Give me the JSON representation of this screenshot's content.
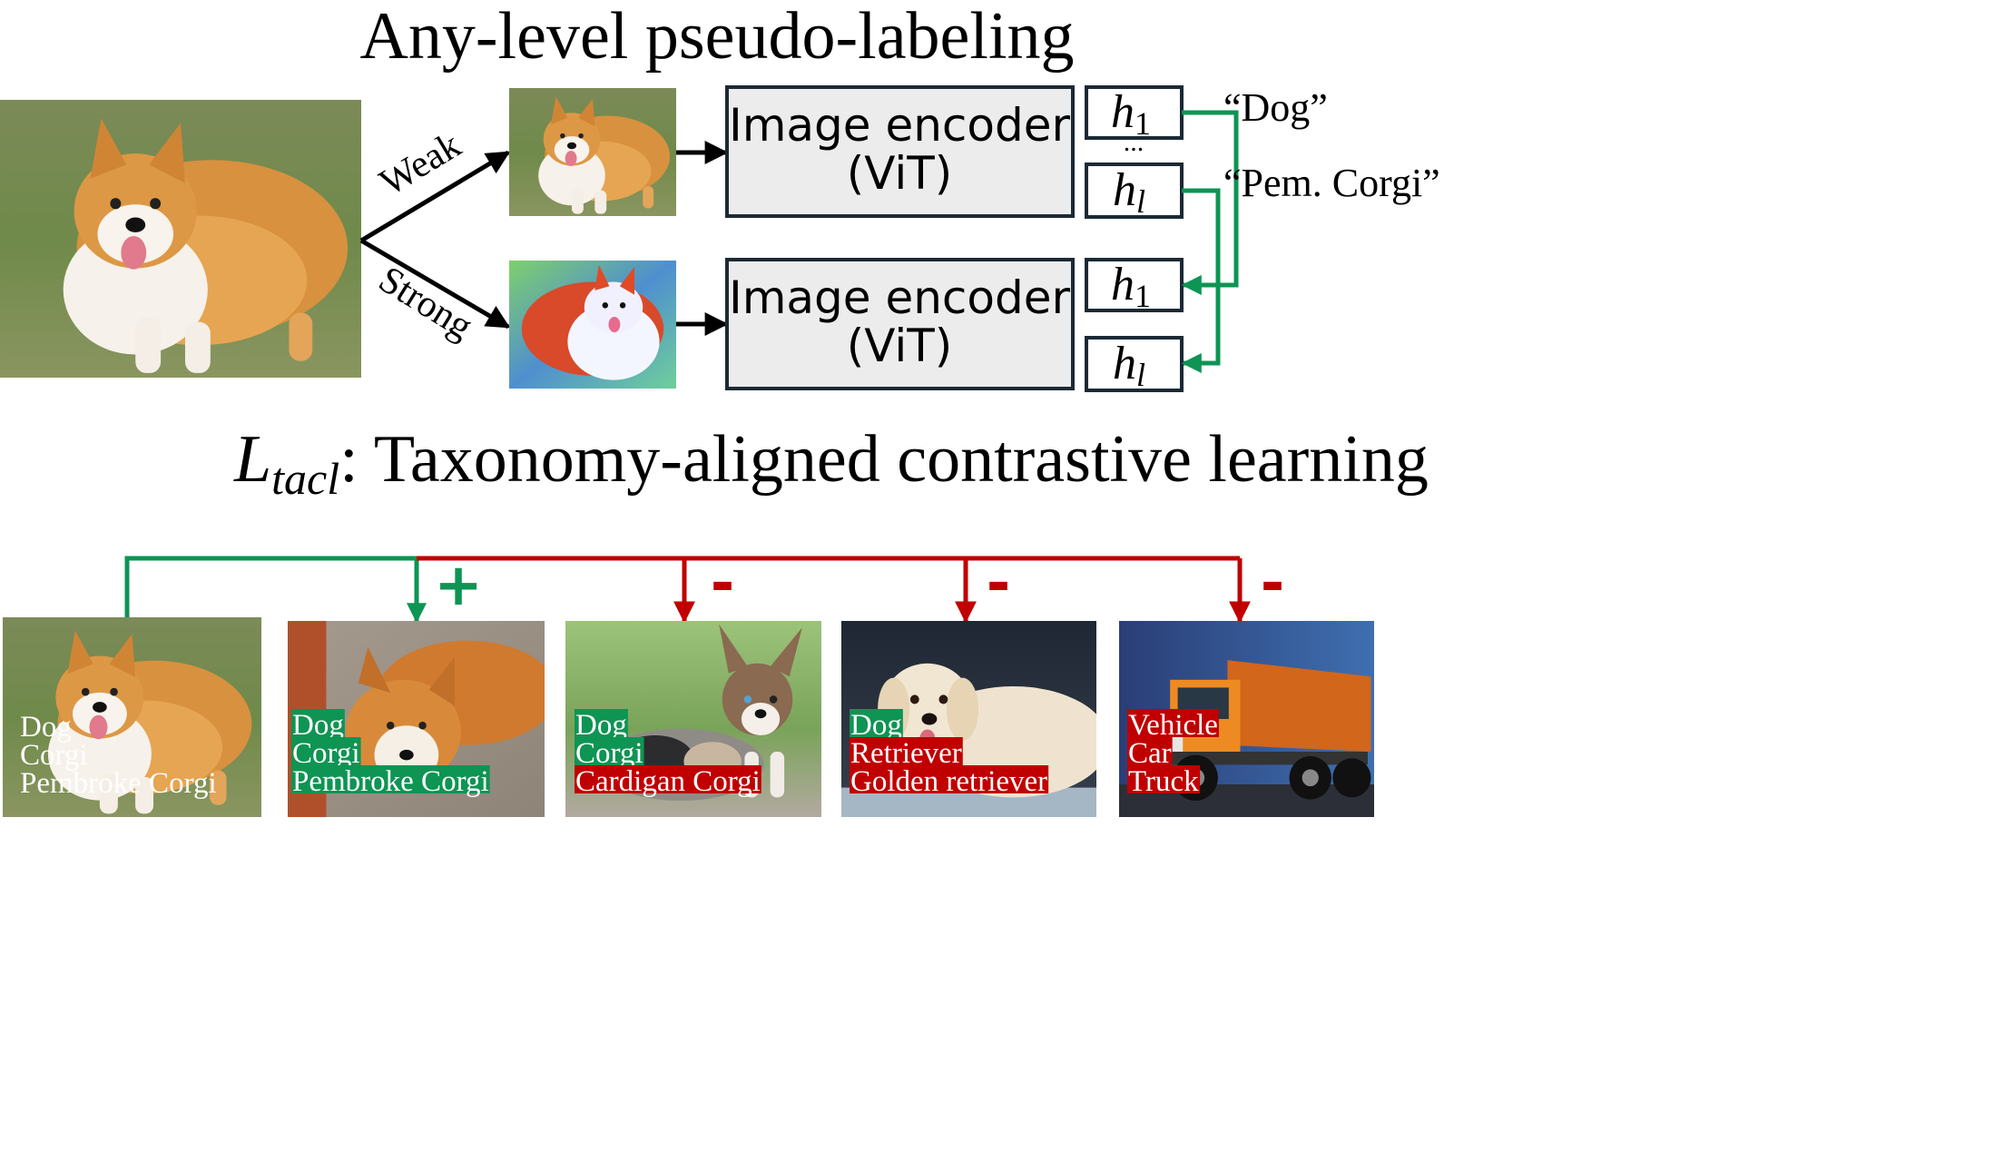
{
  "title_top": "Any-level pseudo-labeling",
  "aug": {
    "weak": "Weak",
    "strong": "Strong"
  },
  "encoder": {
    "line1": "Image encoder",
    "line2": "(ViT)"
  },
  "features": {
    "h": "h",
    "sub1": "1",
    "subl": "l",
    "dots": "..."
  },
  "pseudo_labels": {
    "coarse": "“Dog”",
    "fine": "“Pem. Corgi”"
  },
  "loss": {
    "symbol": "L",
    "subscript": "tacl",
    "text": ": Taxonomy-aligned contrastive learning"
  },
  "signs": {
    "positive": "+",
    "negative": "-"
  },
  "colors": {
    "green": "#0e9453",
    "red": "#c00000",
    "box_fill": "#ececec",
    "box_stroke": "#1b2a35"
  },
  "query": {
    "labels": [
      "Dog",
      "Corgi",
      "Pembroke Corgi"
    ]
  },
  "candidates": [
    {
      "kind": "positive",
      "tags": [
        {
          "text": "Dog",
          "color": "green"
        },
        {
          "text": "Corgi",
          "color": "green"
        },
        {
          "text": "Pembroke Corgi",
          "color": "green"
        }
      ]
    },
    {
      "kind": "negative",
      "tags": [
        {
          "text": "Dog",
          "color": "green"
        },
        {
          "text": "Corgi",
          "color": "green"
        },
        {
          "text": "Cardigan Corgi",
          "color": "red"
        }
      ]
    },
    {
      "kind": "negative",
      "tags": [
        {
          "text": "Dog",
          "color": "green"
        },
        {
          "text": "Retriever",
          "color": "red"
        },
        {
          "text": "Golden retriever",
          "color": "red"
        }
      ]
    },
    {
      "kind": "negative",
      "tags": [
        {
          "text": "Vehicle",
          "color": "red"
        },
        {
          "text": "Car",
          "color": "red"
        },
        {
          "text": "Truck",
          "color": "red"
        }
      ]
    }
  ]
}
